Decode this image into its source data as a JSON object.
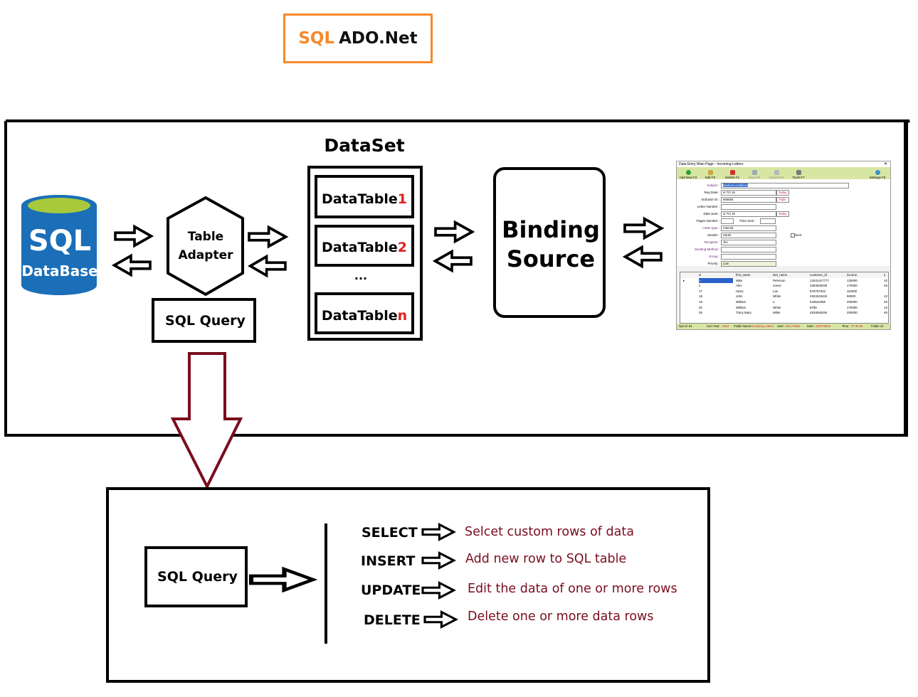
{
  "header": {
    "sql": "SQL",
    "ado": "ADO.Net"
  },
  "database": {
    "sql": "SQL",
    "label": "DataBase"
  },
  "table_adapter": {
    "line1": "Table",
    "line2": "Adapter"
  },
  "sql_query_top": "SQL Query",
  "dataset": {
    "title": "DataSet",
    "tables": [
      {
        "label": "DataTable",
        "index": "1"
      },
      {
        "label": "DataTable",
        "index": "2"
      },
      {
        "label": "DataTable",
        "index": "n"
      }
    ],
    "ellipsis": "..."
  },
  "binding_source": {
    "line1": "Binding",
    "line2": "Source"
  },
  "detail": {
    "sql_query": "SQL Query",
    "commands": [
      {
        "cmd": "SELECT",
        "desc": "Selcet custom rows of data"
      },
      {
        "cmd": "INSERT",
        "desc": "Add new row to SQL table"
      },
      {
        "cmd": "UPDATE",
        "desc": "Edit the data of one or more rows"
      },
      {
        "cmd": "DELETE",
        "desc": "Delete one or more data rows"
      }
    ]
  },
  "colors": {
    "accent_orange": "#f58a2b",
    "arrow_red": "#7a0d1e",
    "desc_text": "#7a0d1e",
    "datatable_index": "#e02020",
    "db_blue": "#1a6fb8",
    "db_green": "#a7c93a"
  },
  "screenshot": {
    "title": "Data Entry Main Page - Incoming Letters",
    "close": "✕",
    "toolbar": [
      "Add New F2",
      "Edit F3",
      "Delete F4",
      "Save F5",
      "Cancel F6",
      "Tools F7",
      "Settings F8"
    ],
    "fields": [
      {
        "label": "Subject :",
        "value": "Medical conditions"
      },
      {
        "label": "Reg Date :",
        "value": "4/ 7/2 19"
      },
      {
        "label": "Indicator ID :",
        "value": "665656"
      },
      {
        "label": "Letter Number :",
        "value": ""
      },
      {
        "label": "Date Sent :",
        "value": "4/ 7/2 19"
      },
      {
        "label": "Pages Number :",
        "value": ""
      },
      {
        "label": "Letter type :",
        "value": "Internal"
      },
      {
        "label": "Sender :",
        "value": "Sarah"
      },
      {
        "label": "Recipient :",
        "value": "Jim"
      },
      {
        "label": "Sending Method :",
        "value": ""
      },
      {
        "label": "Group :",
        "value": ""
      },
      {
        "label": "Priority :",
        "value": "Low"
      }
    ],
    "extra_labels": {
      "today": "Today",
      "triple": "Triple",
      "time_sent": "Time Sent :",
      "sent": "Sent"
    },
    "grid_headers": [
      "id",
      "first_name",
      "last_name",
      "customer_id",
      "income",
      "d"
    ],
    "grid_rows": [
      [
        "1",
        "Mike",
        "Peterson",
        "13441417777",
        "125000",
        "10"
      ],
      [
        "2",
        "Alex",
        "Jones",
        "3454545435",
        "170000",
        "45"
      ],
      [
        "17",
        "Harry",
        "Lee",
        "878787343",
        "110000",
        ""
      ],
      [
        "18",
        "John",
        "White",
        "2323243434",
        "90000",
        "12"
      ],
      [
        "19",
        "William",
        "Li",
        "543542355",
        "200000",
        "20"
      ],
      [
        "20",
        "William",
        "White",
        "8785",
        "170000",
        "12"
      ],
      [
        "26",
        "Tracy Mary",
        "Miller",
        "4534545346",
        "200000",
        "45"
      ]
    ],
    "status": {
      "sys_id": "Sys Id: 51",
      "cur_year_label": "Curr Year:",
      "cur_year": "2019",
      "folder_label": "Folder Name:",
      "folder": "Incoming Letters",
      "user_label": "User:",
      "user": "Alex Parker",
      "date_label": "Date:",
      "date": "04/07/2019",
      "time_label": "Time:",
      "time": "07:42:38",
      "folder_id": "Folder Id:"
    }
  }
}
